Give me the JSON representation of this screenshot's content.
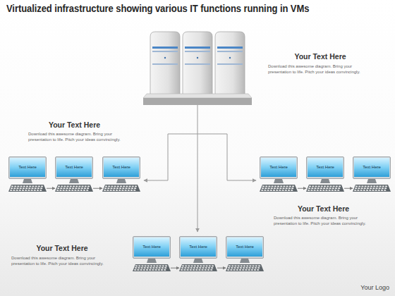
{
  "diagram": {
    "title": "Virtualized infrastructure showing various IT functions running in VMs",
    "nodes": [
      {
        "text": [
          "Text Here"
        ]
      },
      {
        "text": [
          "Text Here"
        ]
      },
      {
        "text": [
          "Text Here"
        ]
      },
      {
        "text": [
          "Text Here"
        ]
      },
      {
        "text": [
          "Text Here"
        ]
      },
      {
        "text": [
          "Text Here"
        ]
      },
      {
        "text": [
          "Text Here"
        ]
      },
      {
        "text": [
          "Text Here"
        ]
      },
      {
        "text": [
          "Text Here"
        ]
      }
    ],
    "edges": [
      {
        "from": 0,
        "to": 1,
        "arrow": "to"
      },
      {
        "from": 1,
        "to": 2,
        "arrow": "to"
      },
      {
        "from": 3,
        "to": 4,
        "arrow": "to"
      },
      {
        "from": 4,
        "to": 5,
        "arrow": "to"
      },
      {
        "from": 6,
        "to": 7,
        "arrow": "to"
      },
      {
        "from": 7,
        "to": 8,
        "arrow": "to"
      }
    ],
    "labels": [
      "Your Text Here",
      "Download this awesome diagram. Bring your presentation to life. Pitch your ideas convincingly.",
      "Your Text Here",
      "Download this awesome diagram. Bring your presentation to life. Pitch your ideas convincingly.",
      "Your Text Here",
      "Download this awesome diagram. Bring your presentation to life. Pitch your ideas convincingly.",
      "Your Text Here",
      "Download this awesome diagram. Bring your presentation to life. Pitch your ideas convincingly.",
      "Your Logo"
    ]
  }
}
